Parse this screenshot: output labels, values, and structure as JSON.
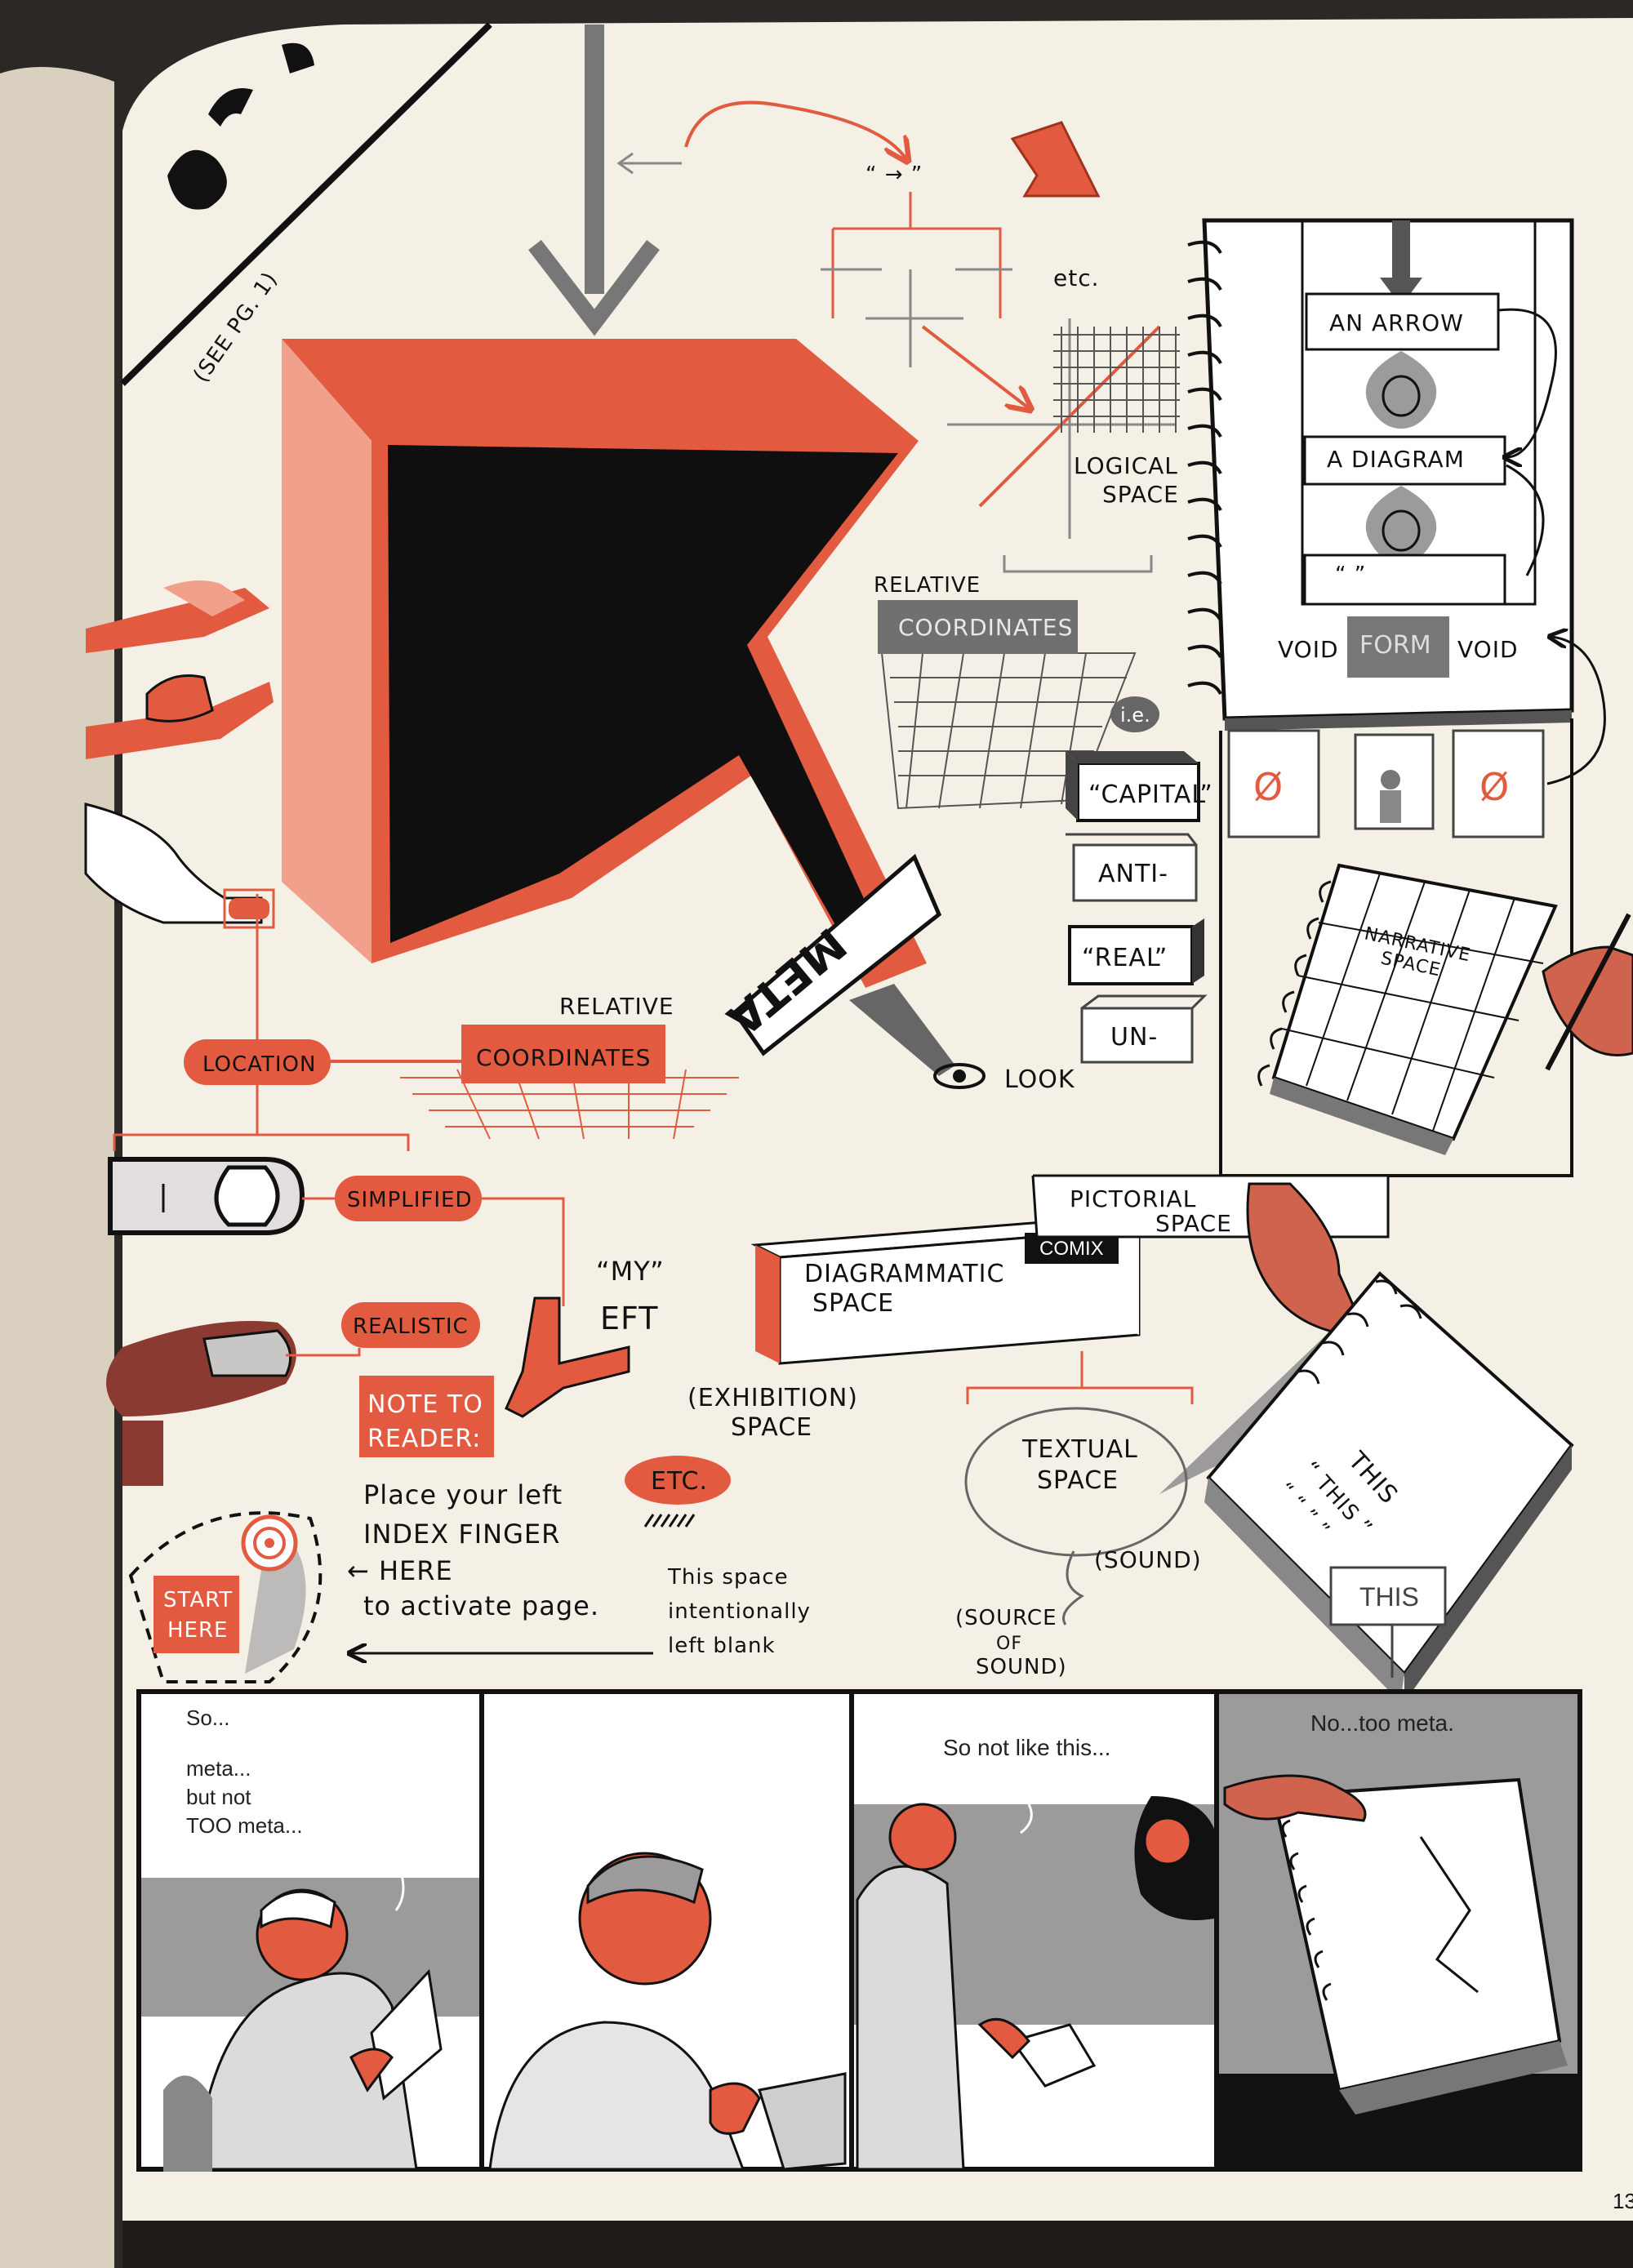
{
  "diagram": {
    "labels": {
      "see_pg": "(SEE PG. 1)",
      "etc_top": "etc.",
      "quote_arrow": "“ → ”",
      "logical_space": [
        "LOGICAL",
        "SPACE"
      ],
      "relative_top": "RELATIVE",
      "coordinates_top": "COORDINATES",
      "ie": "i.e.",
      "meta": "META",
      "look": "LOOK",
      "relative": "RELATIVE",
      "coordinates": "COORDINATES",
      "location": "LOCATION",
      "simplified": "SIMPLIFIED",
      "realistic": "REALISTIC",
      "my": "“MY”",
      "eft": "EFT",
      "note_to_reader": [
        "NOTE TO",
        "READER:"
      ],
      "instructions": [
        "Place your left",
        "INDEX FINGER",
        "← HERE",
        "to activate page."
      ],
      "start_here": [
        "START",
        "HERE"
      ],
      "etc_badge": "ETC.",
      "blank_note": [
        "This space",
        "intentionally",
        "left blank"
      ],
      "exhibition_space": [
        "(EXHIBITION)",
        "SPACE"
      ],
      "diagrammatic_space": [
        "DIAGRAMMATIC",
        "SPACE"
      ],
      "comix": "COMIX",
      "pictorial_space": [
        "PICTORIAL",
        "SPACE"
      ],
      "textual_space": [
        "TEXTUAL",
        "SPACE"
      ],
      "sound": "(SOUND)",
      "source_of_sound": [
        "(SOURCE",
        "OF",
        "SOUND)"
      ],
      "this_box": "THIS",
      "notebook_this": [
        "THIS",
        "“ THIS ”",
        "“ “ ” ”"
      ]
    },
    "boxes": [
      {
        "text": "“CAPITAL”",
        "dark": true
      },
      {
        "text": "ANTI-",
        "dark": false
      },
      {
        "text": "“REAL”",
        "dark": true
      },
      {
        "text": "UN-",
        "dark": false
      }
    ],
    "notebook": {
      "an_arrow": "AN ARROW",
      "a_diagram": "A DIAGRAM",
      "quotes": "“      ”",
      "void_left": "VOID",
      "form": "FORM",
      "void_right": "VOID",
      "narrative_space": [
        "NARRATIVE",
        "SPACE"
      ],
      "empty_set": "Ø"
    }
  },
  "panels": [
    {
      "caption": [
        "So...",
        "",
        "meta...",
        "but not",
        "TOO meta..."
      ]
    },
    {
      "caption": []
    },
    {
      "caption": [
        "So not like this..."
      ]
    },
    {
      "caption": [
        "No...too meta."
      ]
    }
  ],
  "page_number": "13",
  "colors": {
    "accent": "#e25a3f",
    "ink": "#111111",
    "paper": "#f4f0e6",
    "gray": "#9c9a9a"
  }
}
